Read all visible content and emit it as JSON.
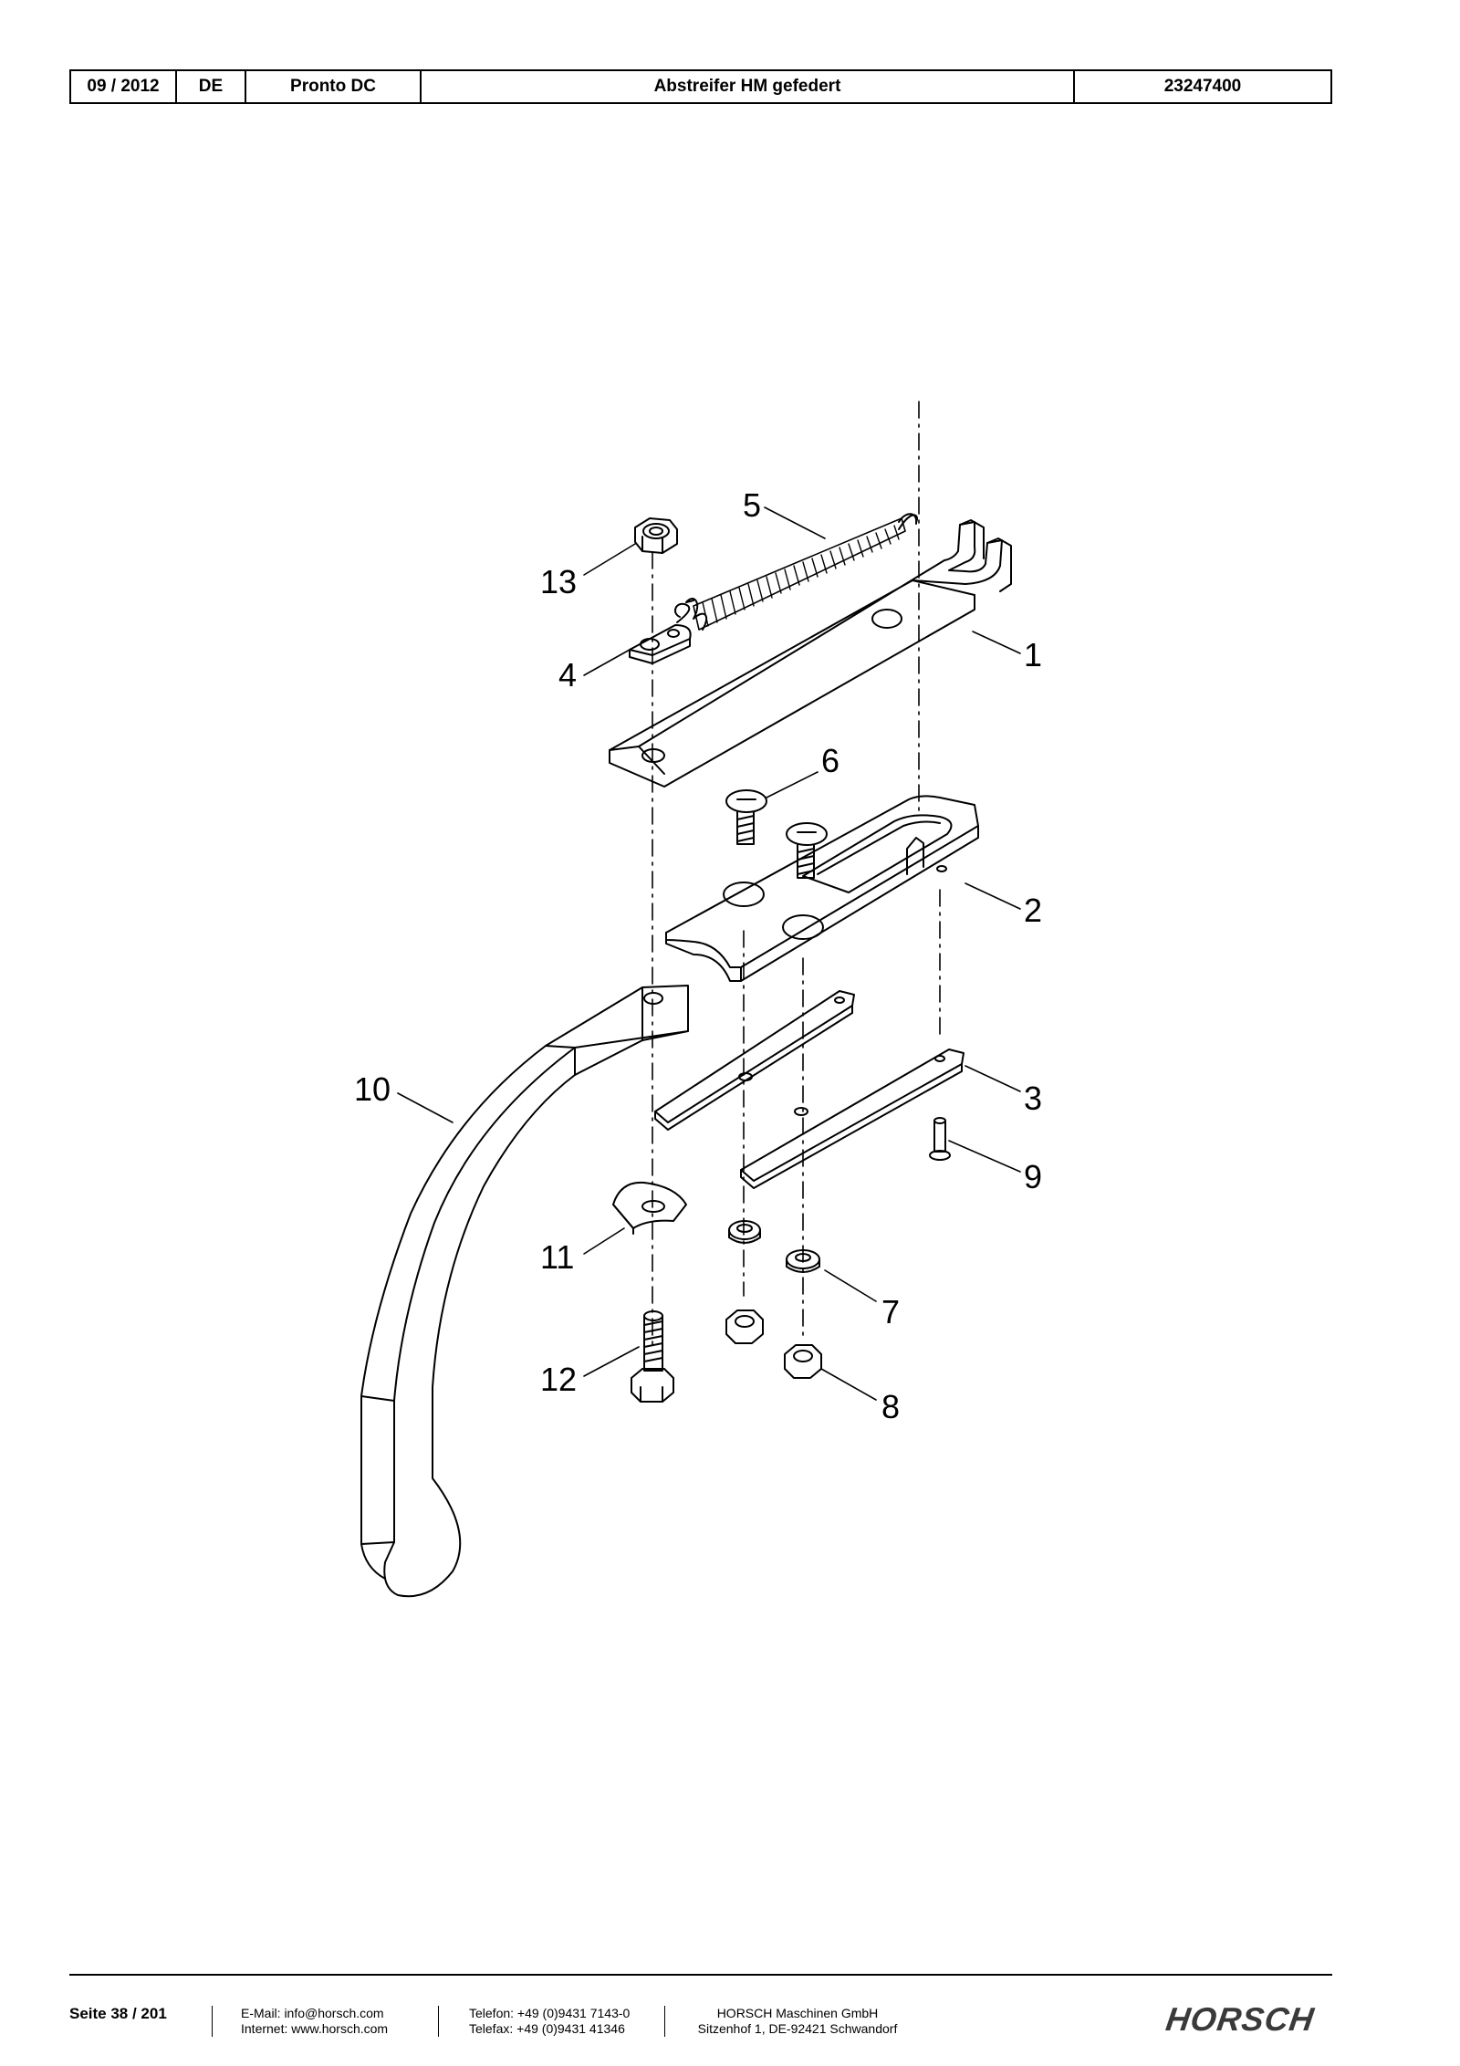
{
  "header": {
    "date": "09 / 2012",
    "language": "DE",
    "product": "Pronto DC",
    "title": "Abstreifer HM gefedert",
    "part_number": "23247400"
  },
  "callouts": [
    "1",
    "2",
    "3",
    "4",
    "5",
    "6",
    "7",
    "8",
    "9",
    "10",
    "11",
    "12",
    "13"
  ],
  "footer": {
    "page": "Seite 38 / 201",
    "email": "E-Mail: info@horsch.com",
    "internet": "Internet: www.horsch.com",
    "phone": "Telefon: +49 (0)9431 7143-0",
    "fax": "Telefax: +49 (0)9431 41346",
    "company": "HORSCH Maschinen GmbH",
    "address": "Sitzenhof 1, DE-92421 Schwandorf",
    "logo": "HORSCH"
  }
}
